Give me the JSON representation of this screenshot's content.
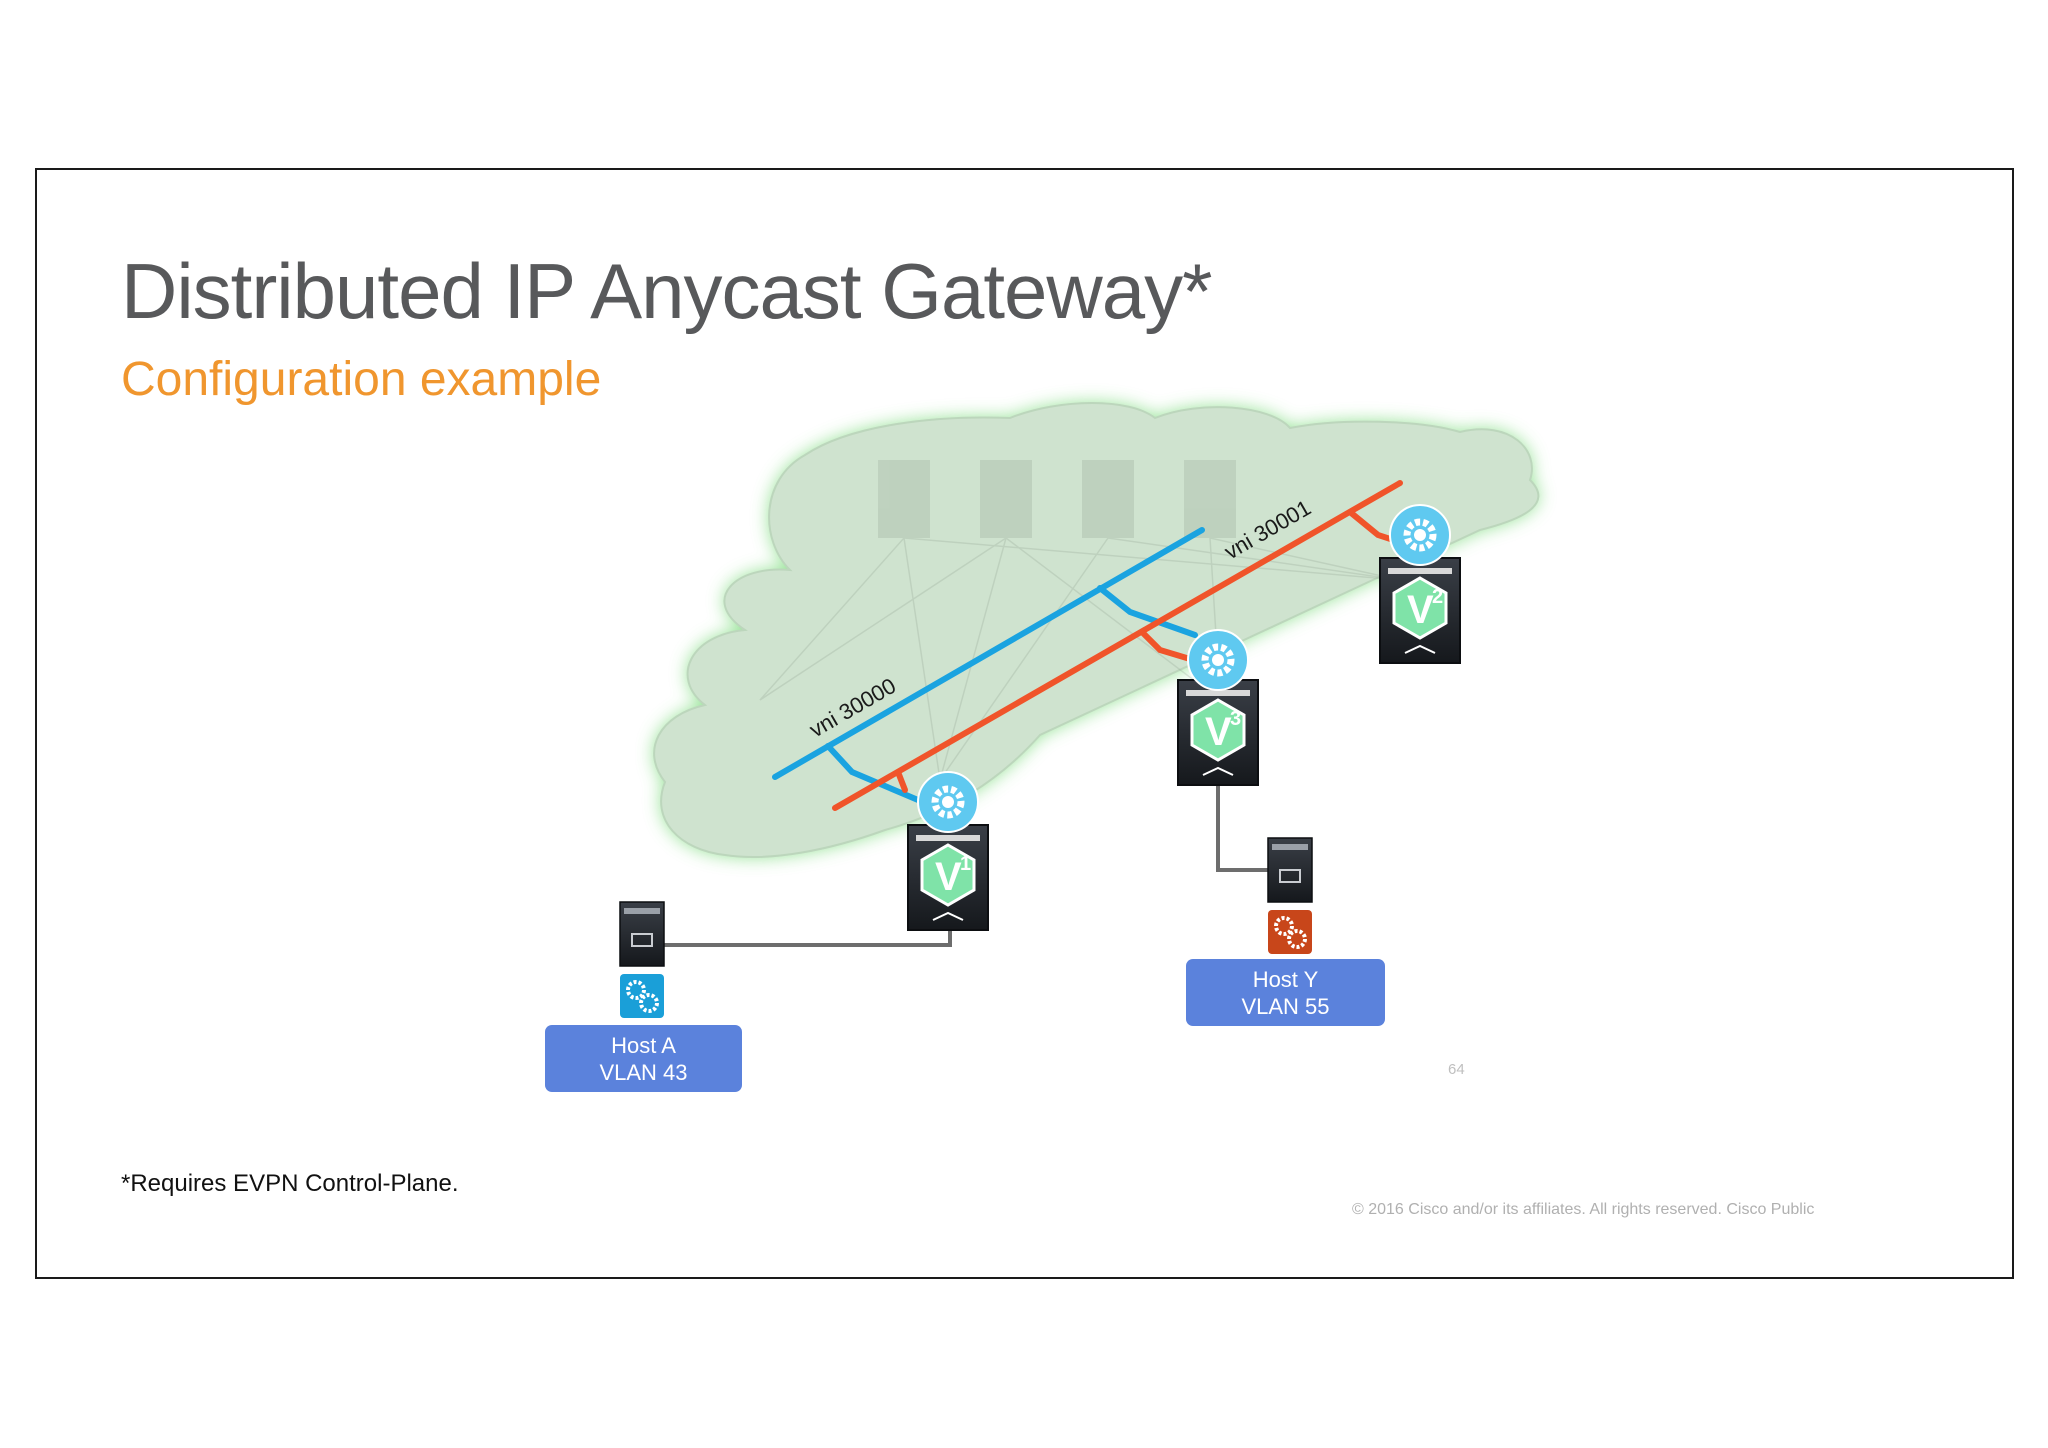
{
  "slide": {
    "title": "Distributed IP Anycast Gateway*",
    "subtitle": "Configuration  example",
    "footnote": "*Requires EVPN Control-Plane.",
    "page_number": "64",
    "copyright": "© 2016  Cisco and/or its affiliates. All rights reserved.   Cisco Public"
  },
  "colors": {
    "title": "#58595b",
    "subtitle": "#f0962e",
    "cloud_fill": "#cfe3cf",
    "cloud_glow": "#7fdc7f",
    "vni_30000": "#1aa3e0",
    "vni_30001": "#f0542a",
    "host_label": "#5b82dc",
    "vtep_badge": "#7fe3a8",
    "gear_badge": "#5fc9f0",
    "host_a_app": "#1a9fd8",
    "host_y_app": "#c8461a"
  },
  "diagram": {
    "segments": [
      {
        "id": "vni-30000",
        "label": "vni 30000"
      },
      {
        "id": "vni-30001",
        "label": "vni 30001"
      }
    ],
    "vteps": [
      {
        "id": "v1",
        "letter": "V",
        "index": "1"
      },
      {
        "id": "v2",
        "letter": "V",
        "index": "2"
      },
      {
        "id": "v3",
        "letter": "V",
        "index": "3"
      }
    ],
    "hosts": [
      {
        "id": "host-a",
        "name": "Host A",
        "vlan": "VLAN 43",
        "icon": "gears-icon"
      },
      {
        "id": "host-y",
        "name": "Host Y",
        "vlan": "VLAN 55",
        "icon": "gears-icon"
      }
    ]
  }
}
